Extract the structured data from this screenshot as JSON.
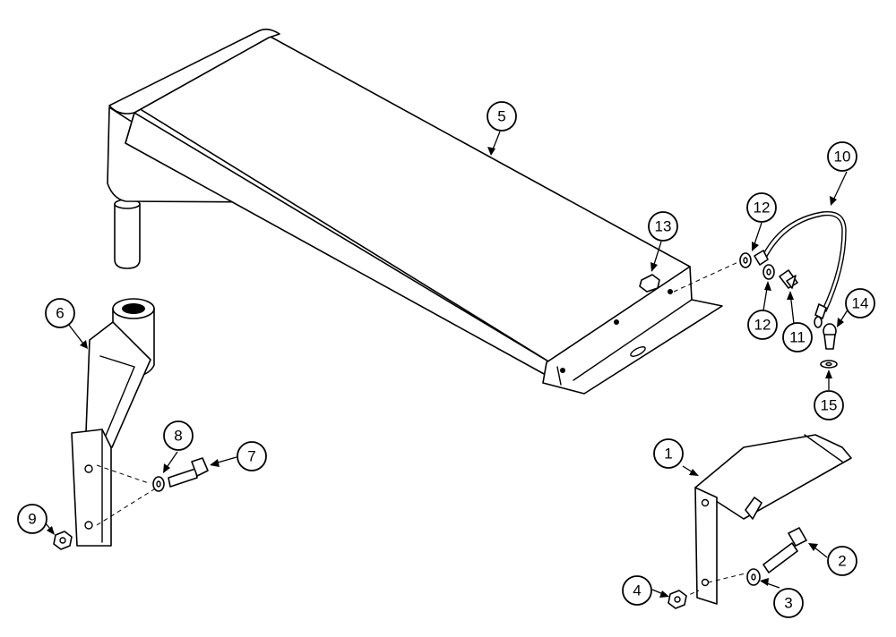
{
  "diagram": {
    "callouts": [
      {
        "id": "c1",
        "label": "1"
      },
      {
        "id": "c2",
        "label": "2"
      },
      {
        "id": "c3",
        "label": "3"
      },
      {
        "id": "c4",
        "label": "4"
      },
      {
        "id": "c5",
        "label": "5"
      },
      {
        "id": "c6",
        "label": "6"
      },
      {
        "id": "c7",
        "label": "7"
      },
      {
        "id": "c8",
        "label": "8"
      },
      {
        "id": "c9",
        "label": "9"
      },
      {
        "id": "c10",
        "label": "10"
      },
      {
        "id": "c11",
        "label": "11"
      },
      {
        "id": "c12a",
        "label": "12"
      },
      {
        "id": "c12b",
        "label": "12"
      },
      {
        "id": "c13",
        "label": "13"
      },
      {
        "id": "c14",
        "label": "14"
      },
      {
        "id": "c15",
        "label": "15"
      }
    ],
    "colors": {
      "line": "#000000",
      "background": "#ffffff"
    }
  }
}
